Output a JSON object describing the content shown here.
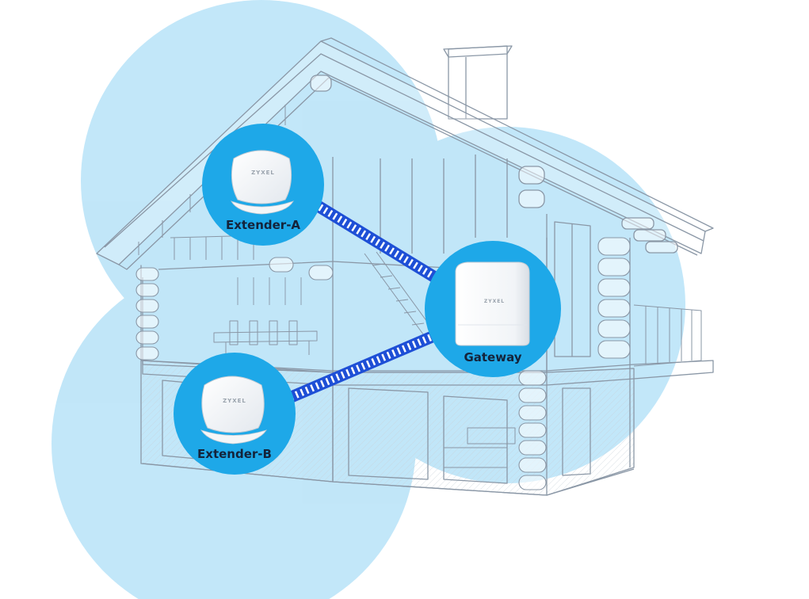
{
  "nodes": {
    "extender_a": {
      "label": "Extender-A",
      "brand": "ZYXEL"
    },
    "extender_b": {
      "label": "Extender-B",
      "brand": "ZYXEL"
    },
    "gateway": {
      "label": "Gateway",
      "brand": "ZYXEL"
    }
  },
  "colors": {
    "coverage": "#8fd3f4",
    "node_disc": "#1ea8e8",
    "link": "#1e4fd6",
    "house_line": "#8a97a6",
    "label_text": "#14233a"
  },
  "icons": [
    "mesh-extender-icon",
    "mesh-gateway-icon"
  ]
}
